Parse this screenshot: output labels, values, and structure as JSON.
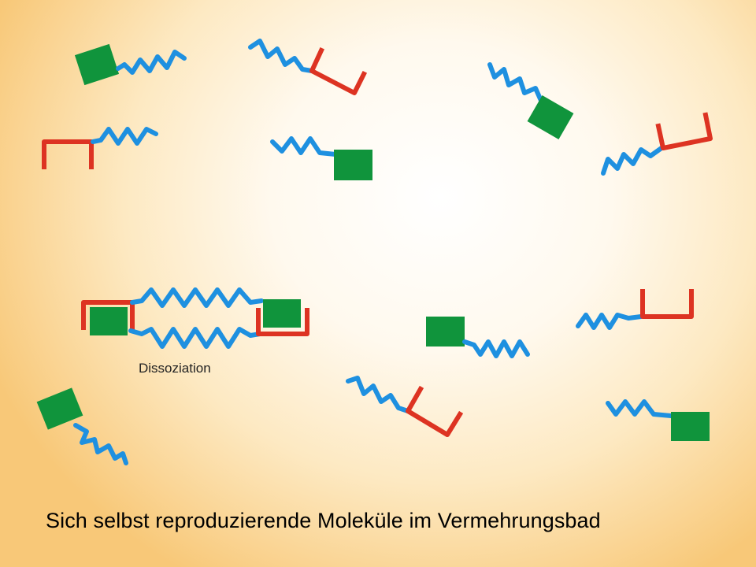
{
  "labels": {
    "dissociation": "Dissoziation",
    "caption": "Sich selbst reproduzierende Moleküle im Vermehrungsbad"
  },
  "colors": {
    "chain": "#1e90e0",
    "template": "#dd3322",
    "block": "#10943c"
  },
  "molecule_parts": [
    "wavy-chain",
    "red-bracket-template",
    "green-block"
  ]
}
